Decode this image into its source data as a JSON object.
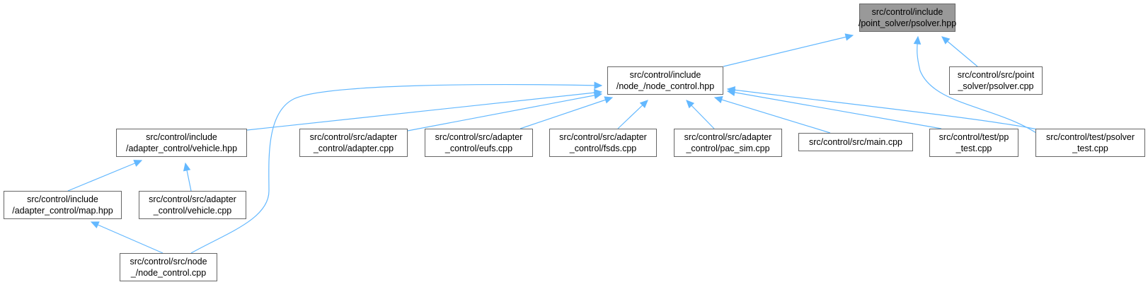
{
  "colors": {
    "edge": "#63b8ff",
    "node_border": "#666666",
    "root_fill": "#999999",
    "node_fill": "#ffffff"
  },
  "nodes": [
    {
      "id": "psolver_hpp",
      "lines": [
        "src/control/include",
        "/point_solver/psolver.hpp"
      ]
    },
    {
      "id": "node_control_hpp",
      "lines": [
        "src/control/include",
        "/node_/node_control.hpp"
      ]
    },
    {
      "id": "psolver_cpp",
      "lines": [
        "src/control/src/point",
        "_solver/psolver.cpp"
      ]
    },
    {
      "id": "vehicle_hpp",
      "lines": [
        "src/control/include",
        "/adapter_control/vehicle.hpp"
      ]
    },
    {
      "id": "adapter_cpp",
      "lines": [
        "src/control/src/adapter",
        "_control/adapter.cpp"
      ]
    },
    {
      "id": "eufs_cpp",
      "lines": [
        "src/control/src/adapter",
        "_control/eufs.cpp"
      ]
    },
    {
      "id": "fsds_cpp",
      "lines": [
        "src/control/src/adapter",
        "_control/fsds.cpp"
      ]
    },
    {
      "id": "pac_sim_cpp",
      "lines": [
        "src/control/src/adapter",
        "_control/pac_sim.cpp"
      ]
    },
    {
      "id": "main_cpp",
      "lines": [
        "src/control/src/main.cpp"
      ]
    },
    {
      "id": "pp_test_cpp",
      "lines": [
        "src/control/test/pp",
        "_test.cpp"
      ]
    },
    {
      "id": "psolver_test_cpp",
      "lines": [
        "src/control/test/psolver",
        "_test.cpp"
      ]
    },
    {
      "id": "map_hpp",
      "lines": [
        "src/control/include",
        "/adapter_control/map.hpp"
      ]
    },
    {
      "id": "vehicle_cpp",
      "lines": [
        "src/control/src/adapter",
        "_control/vehicle.cpp"
      ]
    },
    {
      "id": "node_control_cpp",
      "lines": [
        "src/control/src/node",
        "_/node_control.cpp"
      ]
    }
  ],
  "edges": [
    {
      "from": "node_control_hpp",
      "to": "psolver_hpp"
    },
    {
      "from": "psolver_cpp",
      "to": "psolver_hpp"
    },
    {
      "from": "psolver_test_cpp",
      "to": "psolver_hpp"
    },
    {
      "from": "vehicle_hpp",
      "to": "node_control_hpp"
    },
    {
      "from": "adapter_cpp",
      "to": "node_control_hpp"
    },
    {
      "from": "eufs_cpp",
      "to": "node_control_hpp"
    },
    {
      "from": "fsds_cpp",
      "to": "node_control_hpp"
    },
    {
      "from": "pac_sim_cpp",
      "to": "node_control_hpp"
    },
    {
      "from": "main_cpp",
      "to": "node_control_hpp"
    },
    {
      "from": "pp_test_cpp",
      "to": "node_control_hpp"
    },
    {
      "from": "psolver_test_cpp",
      "to": "node_control_hpp"
    },
    {
      "from": "node_control_cpp",
      "to": "node_control_hpp"
    },
    {
      "from": "map_hpp",
      "to": "vehicle_hpp"
    },
    {
      "from": "vehicle_cpp",
      "to": "vehicle_hpp"
    },
    {
      "from": "node_control_cpp",
      "to": "map_hpp"
    }
  ]
}
